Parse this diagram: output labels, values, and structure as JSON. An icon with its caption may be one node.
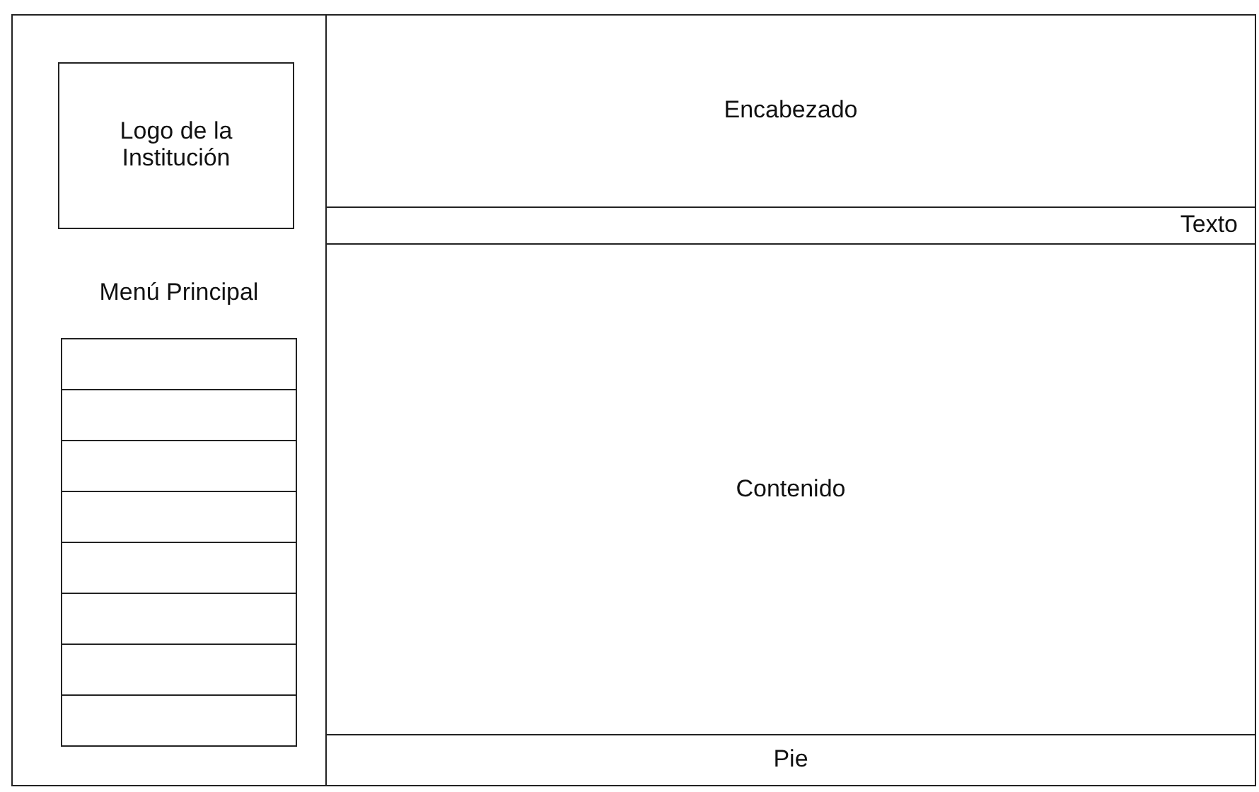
{
  "diagram": {
    "nodes": [
      {
        "text": [],
        "shape": "box"
      },
      {
        "text": [],
        "shape": "box",
        "in": 0
      },
      {
        "text": [
          "Logo de la Institución"
        ],
        "in": 1
      },
      {
        "text": [
          "Menú Principal"
        ],
        "in": 1
      },
      {
        "text": [],
        "shape": "box",
        "in": 3
      },
      {
        "text": [],
        "shape": "box",
        "in": 3
      },
      {
        "text": [],
        "shape": "box",
        "in": 3
      },
      {
        "text": [],
        "shape": "box",
        "in": 3
      },
      {
        "text": [],
        "shape": "box",
        "in": 3
      },
      {
        "text": [],
        "shape": "box",
        "in": 3
      },
      {
        "text": [],
        "shape": "box",
        "in": 3
      },
      {
        "text": [],
        "shape": "box",
        "in": 3
      },
      {
        "text": [
          "Encabezado"
        ],
        "in": 0
      },
      {
        "text": [
          "Texto"
        ],
        "in": 0
      },
      {
        "text": [
          "Contenido"
        ],
        "in": 0
      },
      {
        "text": [
          "Pie"
        ],
        "in": 0
      }
    ]
  }
}
